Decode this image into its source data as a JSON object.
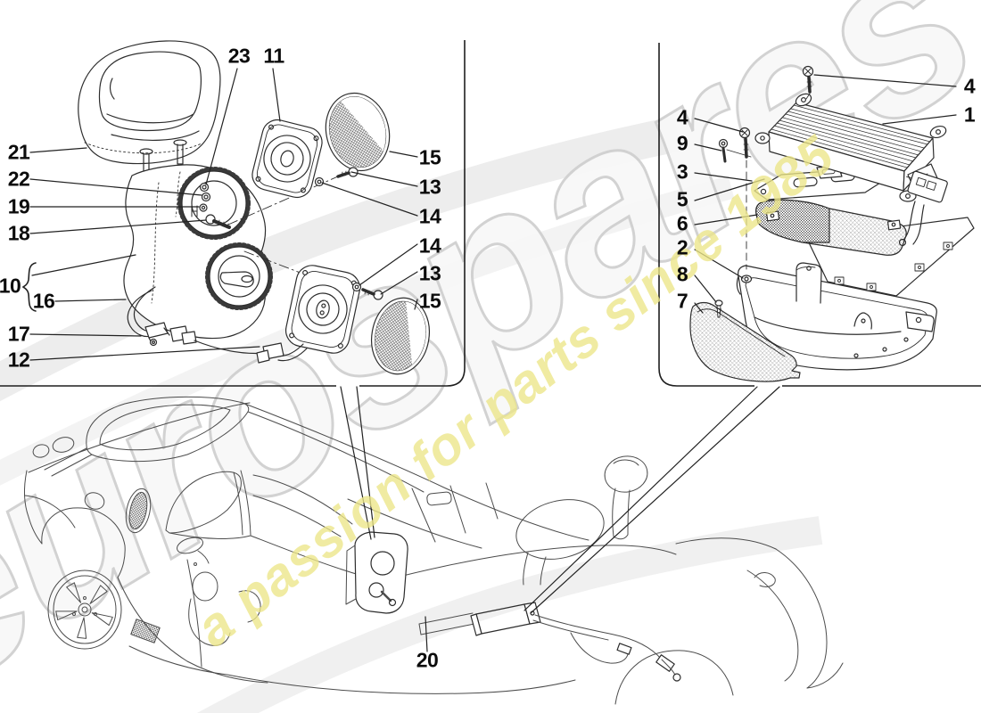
{
  "watermark": {
    "brand": "eurospares",
    "tagline": "a passion for parts since 1985"
  },
  "callouts": [
    {
      "id": "21",
      "label": "21"
    },
    {
      "id": "22",
      "label": "22"
    },
    {
      "id": "19",
      "label": "19"
    },
    {
      "id": "18",
      "label": "18"
    },
    {
      "id": "10",
      "label": "10"
    },
    {
      "id": "16",
      "label": "16"
    },
    {
      "id": "17",
      "label": "17"
    },
    {
      "id": "12",
      "label": "12"
    },
    {
      "id": "23",
      "label": "23"
    },
    {
      "id": "11",
      "label": "11"
    },
    {
      "id": "15-upper",
      "label": "15"
    },
    {
      "id": "13-upper",
      "label": "13"
    },
    {
      "id": "14-upper",
      "label": "14"
    },
    {
      "id": "14-lower",
      "label": "14"
    },
    {
      "id": "13-lower",
      "label": "13"
    },
    {
      "id": "15-lower",
      "label": "15"
    },
    {
      "id": "4-right",
      "label": "4"
    },
    {
      "id": "1",
      "label": "1"
    },
    {
      "id": "4-left",
      "label": "4"
    },
    {
      "id": "9",
      "label": "9"
    },
    {
      "id": "3",
      "label": "3"
    },
    {
      "id": "5",
      "label": "5"
    },
    {
      "id": "6",
      "label": "6"
    },
    {
      "id": "2",
      "label": "2"
    },
    {
      "id": "8",
      "label": "8"
    },
    {
      "id": "7",
      "label": "7"
    },
    {
      "id": "20",
      "label": "20"
    }
  ]
}
